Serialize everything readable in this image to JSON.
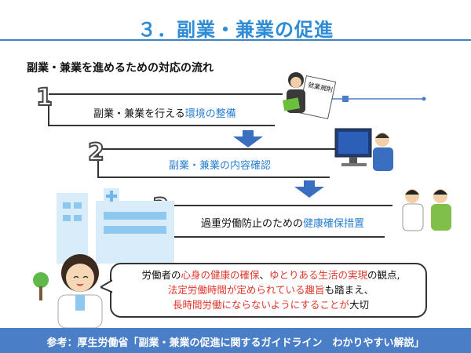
{
  "header": {
    "title": "３．副業・兼業の促進"
  },
  "flow": {
    "heading": "副業・兼業を進めるための対応の流れ",
    "steps": [
      {
        "number": "1",
        "prefix": "副業・兼業を行える",
        "highlight": "環境の整備"
      },
      {
        "number": "2",
        "prefix": "",
        "highlight": "副業・兼業の内容確認"
      },
      {
        "number": "3",
        "prefix": "過重労働防止のための",
        "highlight": "健康確保措置"
      }
    ]
  },
  "document_label": "就業規則",
  "message": {
    "l1_a": "労働者の",
    "l1_b": "心身の健康の確保",
    "l1_c": "、",
    "l1_d": "ゆとりある生活の実現",
    "l1_e": "の観点,",
    "l2_a": "法定労働時間が定められている趣旨",
    "l2_b": "も踏まえ、",
    "l3_a": "長時間労働にならないようにすることが",
    "l3_b": "大切"
  },
  "footer": {
    "text": "参考：厚生労働省「副業・兼業の促進に関するガイドライン　わかりやすい解説」"
  },
  "colors": {
    "accent": "#2e8bd6",
    "highlight": "#2a7fd1",
    "emphasis": "#e0362b",
    "footer": "#4a7fc8"
  }
}
